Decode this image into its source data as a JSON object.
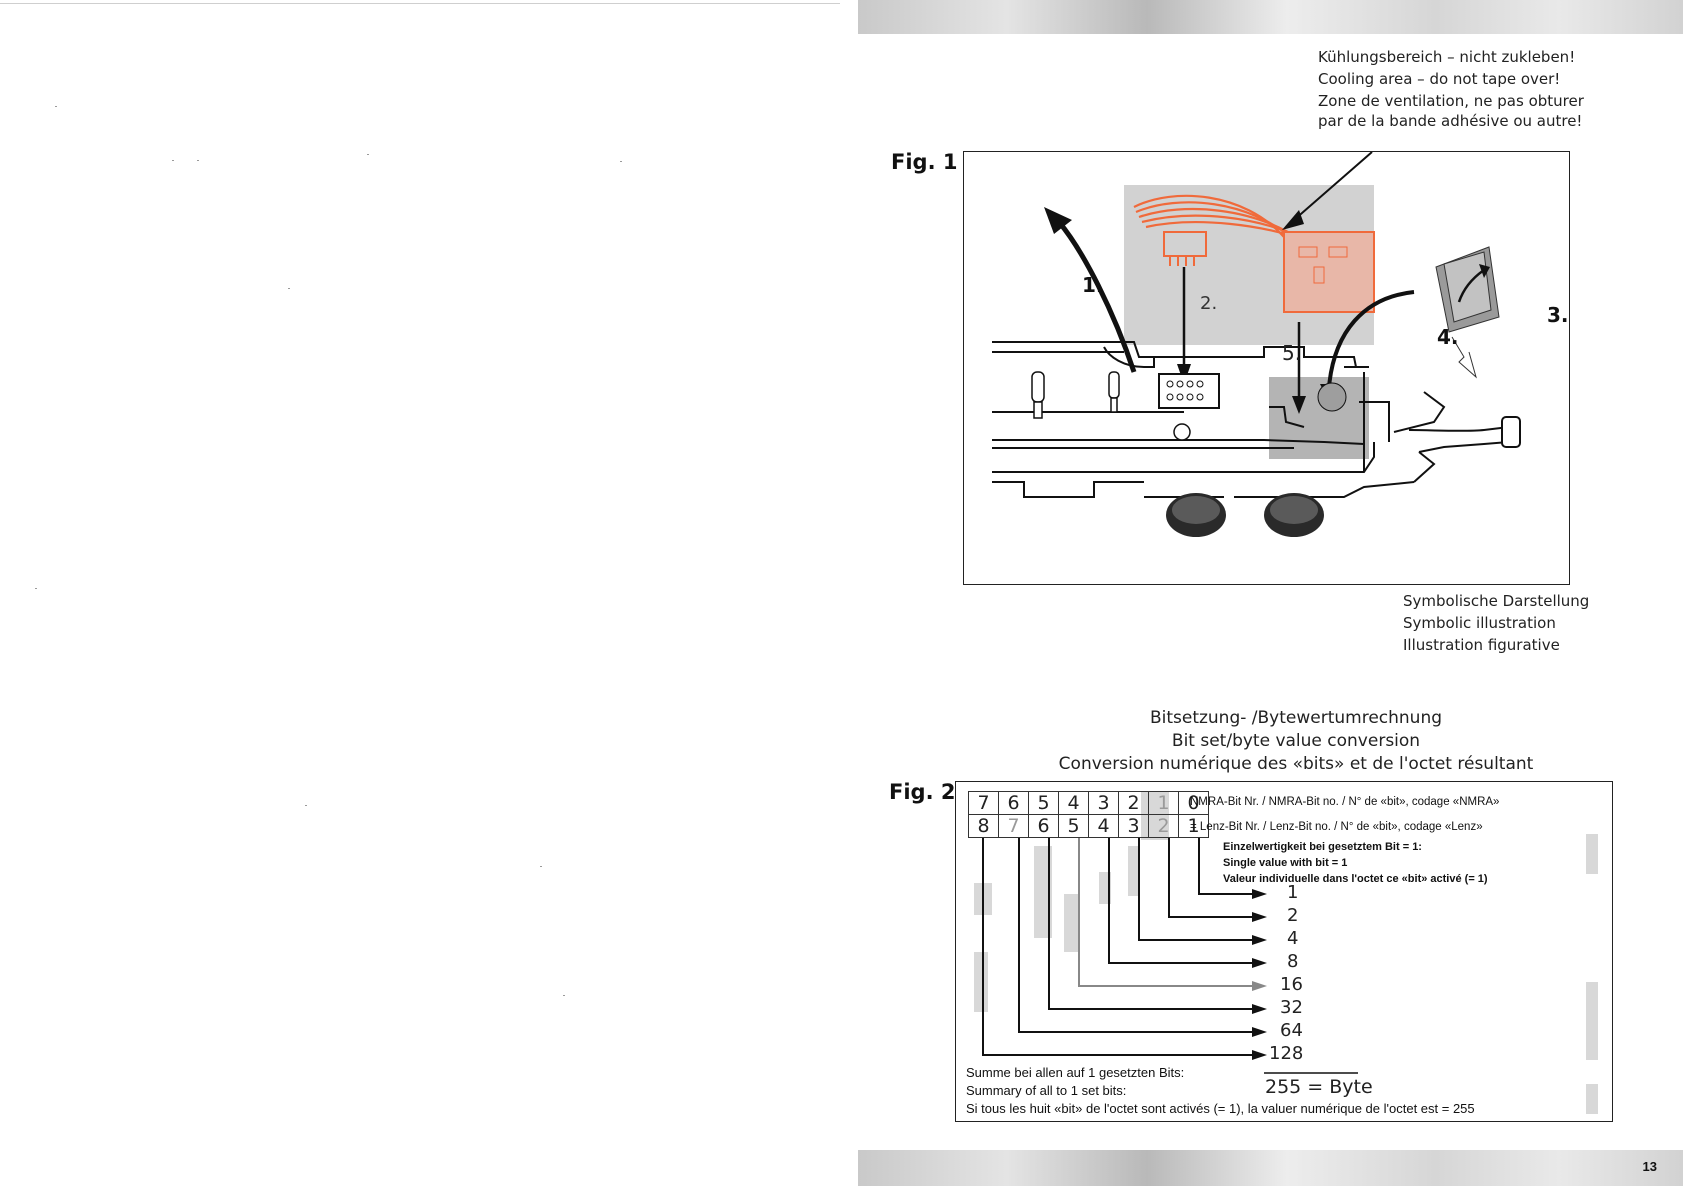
{
  "page": {
    "number": "13"
  },
  "cooling_note": {
    "lines": [
      "Kühlungsbereich – nicht zukleben!",
      "Cooling area – do not tape over!",
      "Zone de ventilation, ne pas obturer",
      "par de la bande adhésive ou autre!"
    ]
  },
  "fig1": {
    "label": "Fig. 1",
    "step_labels": [
      "1.",
      "2.",
      "3.",
      "4.",
      "5."
    ],
    "caption": [
      "Symbolische Darstellung",
      "Symbolic illustration",
      "Illustration figurative"
    ],
    "colors": {
      "plug_wires": "#f06a3b",
      "shaded_area": "#c4c4c4"
    }
  },
  "fig2": {
    "label": "Fig. 2",
    "title": [
      "Bitsetzung- /Bytewertumrechnung",
      "Bit set/byte value conversion",
      "Conversion numérique des «bits» et de l'octet résultant"
    ],
    "nmra_bits": [
      "7",
      "6",
      "5",
      "4",
      "3",
      "2",
      "1",
      "0"
    ],
    "lenz_bits": [
      "8",
      "7",
      "6",
      "5",
      "4",
      "3",
      "2",
      "1"
    ],
    "nmra_label": "NMRA-Bit Nr. / NMRA-Bit no. / N° de «bit», codage «NMRA»",
    "lenz_label": "= Lenz-Bit Nr. / Lenz-Bit no. / N° de «bit», codage «Lenz»",
    "single_value": [
      "Einzelwertigkeit bei gesetztem Bit = 1:",
      "Single value with bit = 1",
      "Valeur individuelle dans l'octet ce «bit» activé (= 1)"
    ],
    "values": [
      "1",
      "2",
      "4",
      "8",
      "16",
      "32",
      "64",
      "128"
    ],
    "sum_lines": [
      "Summe bei allen auf 1 gesetzten Bits:",
      "Summary of all to 1 set bits:",
      "Si tous les huit «bit» de l'octet sont activés (= 1), la valuer numérique de l'octet est = 255"
    ],
    "byte_result": "255 = Byte"
  }
}
